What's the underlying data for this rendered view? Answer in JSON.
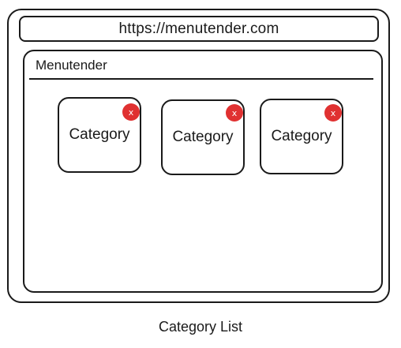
{
  "browser": {
    "url": "https://menutender.com"
  },
  "app": {
    "title": "Menutender"
  },
  "categories": [
    {
      "label": "Category",
      "delete_icon": "x"
    },
    {
      "label": "Category",
      "delete_icon": "x"
    },
    {
      "label": "Category",
      "delete_icon": "x"
    }
  ],
  "caption": "Category List",
  "colors": {
    "delete_badge": "#e03131",
    "stroke": "#1a1a1a"
  }
}
